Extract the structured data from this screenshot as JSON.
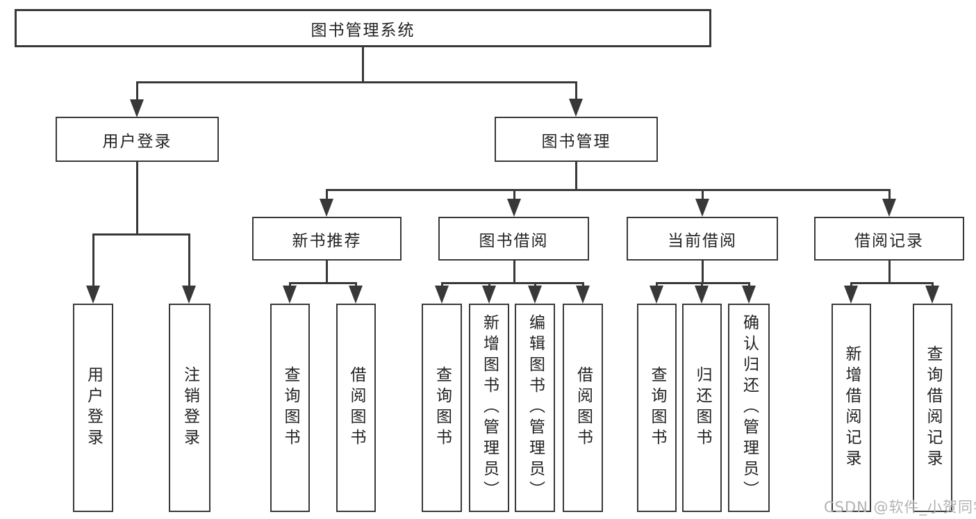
{
  "diagram": {
    "root": {
      "label": "图书管理系统"
    },
    "level2": [
      {
        "label": "用户登录"
      },
      {
        "label": "图书管理"
      }
    ],
    "level3": [
      {
        "label": "新书推荐"
      },
      {
        "label": "图书借阅"
      },
      {
        "label": "当前借阅"
      },
      {
        "label": "借阅记录"
      }
    ],
    "leaves": {
      "user_login": [
        "用户登录",
        "注销登录"
      ],
      "new_books": [
        "查询图书",
        "借阅图书"
      ],
      "book_borrow": [
        "查询图书",
        "新增图书（管理员）",
        "编辑图书（管理员）",
        "借阅图书"
      ],
      "current_borrow": [
        "查询图书",
        "归还图书",
        "确认归还（管理员）"
      ],
      "borrow_records": [
        "新增借阅记录",
        "查询借阅记录"
      ]
    },
    "colors": {
      "line": "#383838",
      "text": "#222222",
      "watermark": "#b2b2b2",
      "background": "#ffffff"
    },
    "watermark": "CSDN @软件_小贺同学"
  }
}
